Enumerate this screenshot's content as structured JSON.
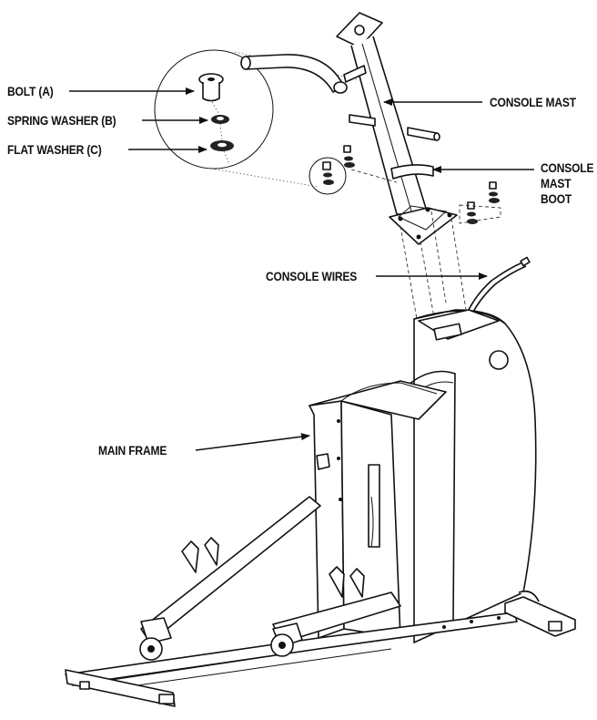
{
  "labels": {
    "bolt": "BOLT (A)",
    "spring_washer": "SPRING WASHER (B)",
    "flat_washer": "FLAT WASHER (C)",
    "console_mast": "CONSOLE MAST",
    "console_mast_boot": [
      "CONSOLE",
      "MAST",
      "BOOT"
    ],
    "console_wires": "CONSOLE WIRES",
    "main_frame": "MAIN FRAME"
  }
}
